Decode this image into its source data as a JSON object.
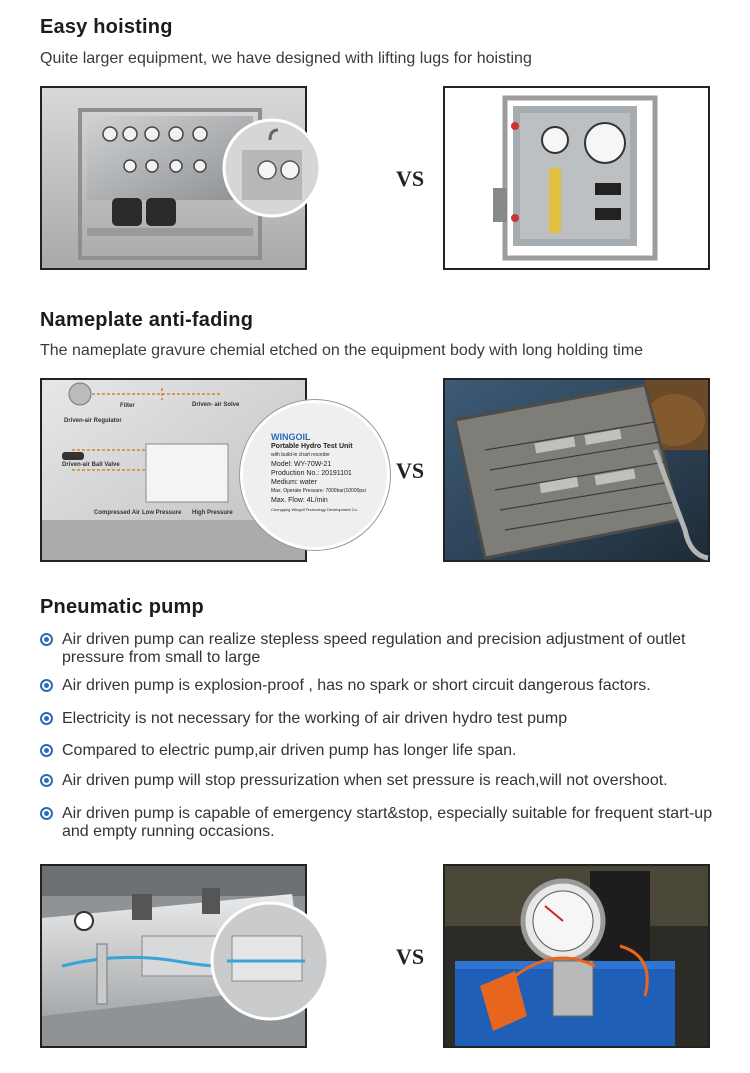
{
  "sections": {
    "hoisting": {
      "title": "Easy hoisting",
      "subtitle": "Quite larger equipment, we have designed with lifting lugs for hoisting"
    },
    "nameplate": {
      "title": "Nameplate anti-fading",
      "subtitle": "The nameplate gravure chemial etched on the equipment body with long holding time",
      "plate_labels": {
        "brand": "WINGOIL",
        "unit": "Portable Hydro Test Unit",
        "built": "with build-in chart recorder",
        "model": "Model: WY-70W-21",
        "production": "Production No.: 20191101",
        "medium": "Medium: water",
        "max_pressure": "Max. Operate Pressure: 7000bar(10000psi",
        "max_flow": "Max. Flow: 4L/min",
        "company": "Chongqing Wingoil Technology Development Co.",
        "filter": "Filter",
        "driven_air_regulator": "Driven-air Regulator",
        "driven_air_solve": "Driven- air Solve",
        "driven_air_ball_valve": "Driven-air Ball Valve",
        "compressed_air": "Compressed Air",
        "low_pressure": "Low Pressure",
        "high_pressure": "High Pressure"
      }
    },
    "pneumatic": {
      "title": "Pneumatic pump",
      "bullets": [
        "Air driven pump can realize stepless speed regulation and precision adjustment of outlet pressure from small to large",
        "Air driven pump is explosion-proof , has no spark or short circuit dangerous factors.",
        "Electricity is not necessary for the working of air driven hydro test pump",
        "Compared to electric pump,air driven pump has longer life span.",
        "Air driven pump will stop pressurization when set pressure is reach,will not overshoot.",
        "Air driven pump is capable of emergency start&stop, especially suitable for frequent start-up and empty running occasions."
      ]
    }
  },
  "vs_label": "VS",
  "colors": {
    "bullet": "#2b6cb5",
    "steel": "#b9bcbf",
    "frame": "#222222"
  }
}
